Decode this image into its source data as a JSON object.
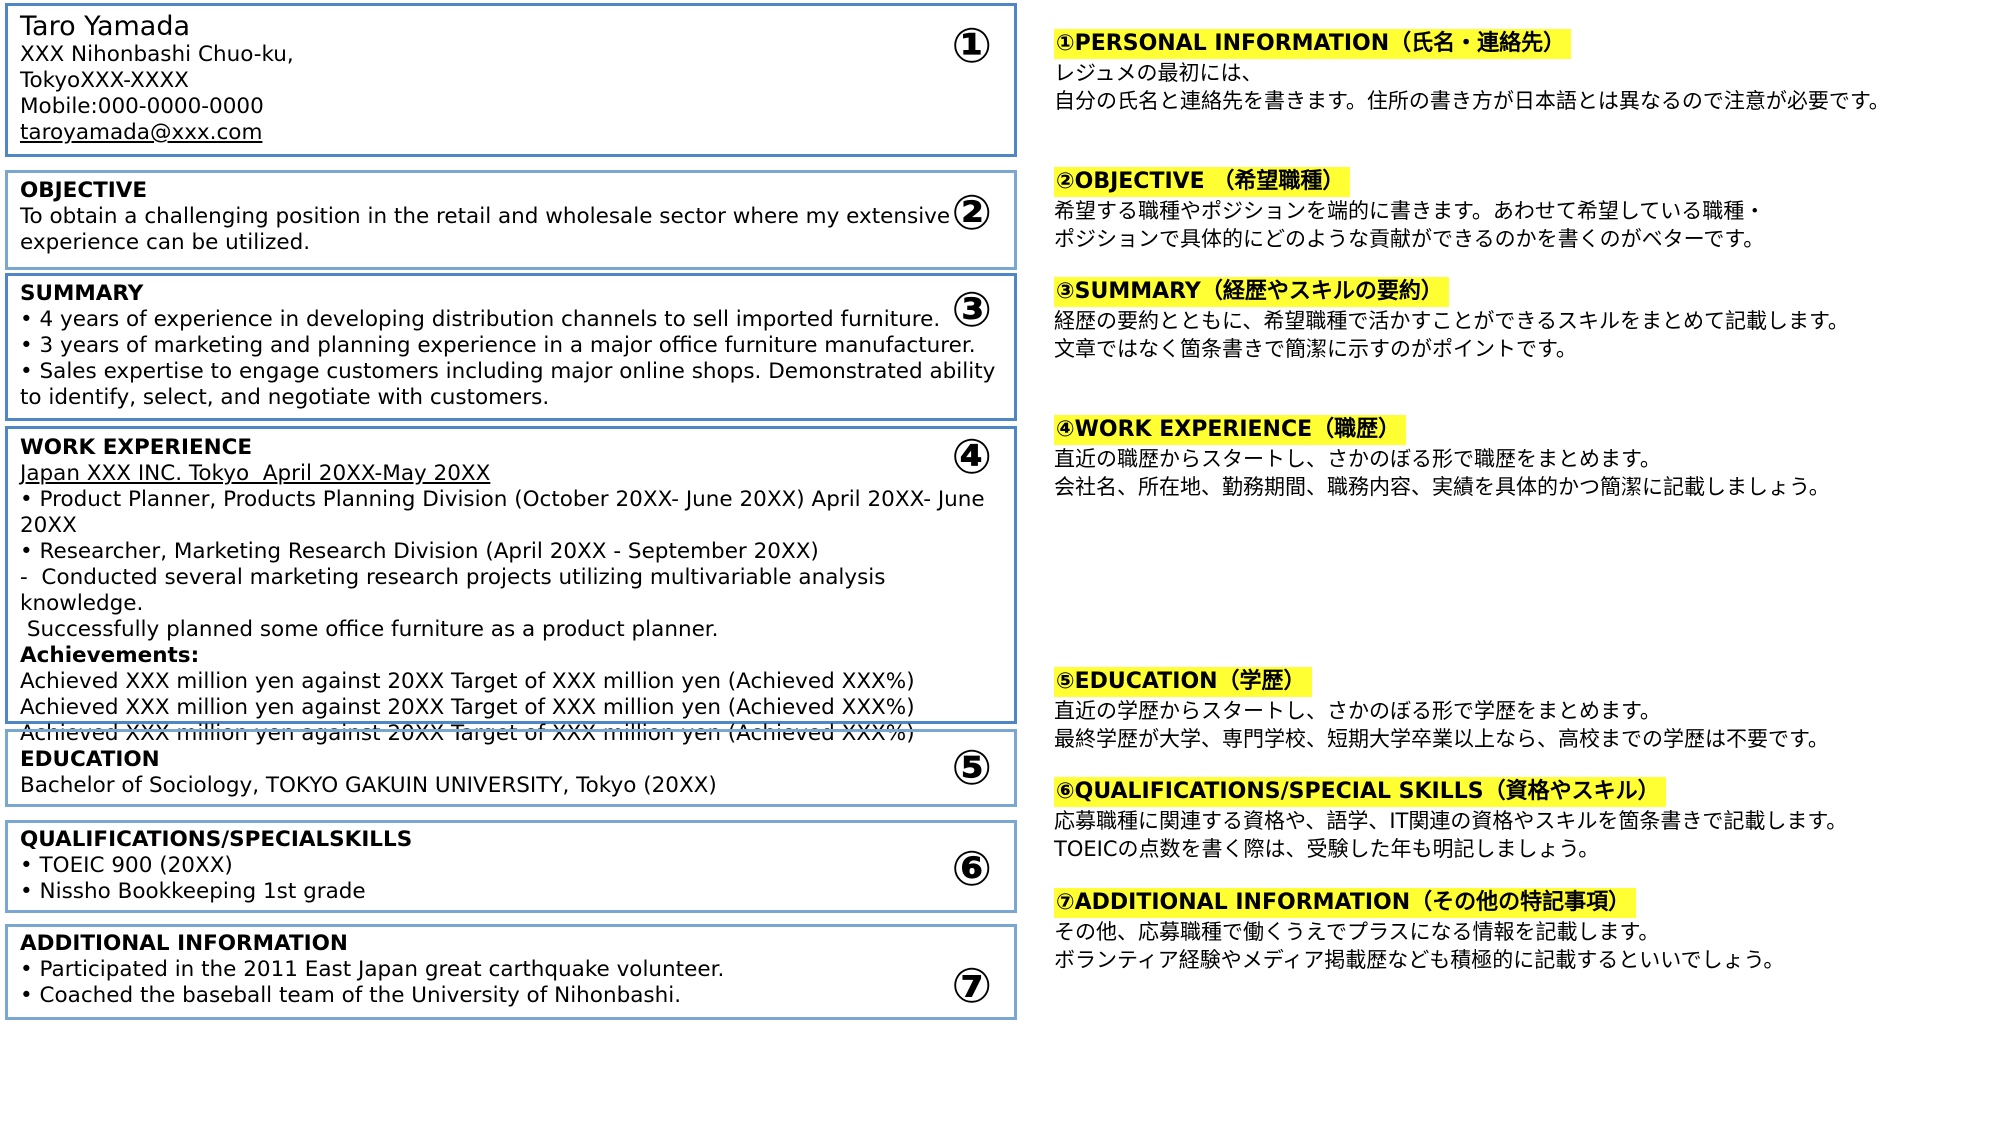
{
  "sections": {
    "personal": {
      "number": "①",
      "name": "Taro Yamada",
      "address1": "XXX Nihonbashi Chuo-ku,",
      "address2": "TokyoXXX-XXXX",
      "mobile": "Mobile:000-0000-0000",
      "email": "taroyamada@xxx.com"
    },
    "objective": {
      "number": "②",
      "title": "OBJECTIVE",
      "line1": "To obtain a challenging position in the retail and wholesale sector where my extensive",
      "line2": "experience can be utilized."
    },
    "summary": {
      "number": "③",
      "title": "SUMMARY",
      "lines": [
        "• 4 years of experience in developing distribution channels to sell imported furniture.",
        "• 3 years of marketing and planning experience in a major office furniture manufacturer.",
        "• Sales expertise to engage customers including major online shops. Demonstrated ability",
        "to identify, select, and negotiate with customers."
      ]
    },
    "work": {
      "number": "④",
      "title": "WORK EXPERIENCE",
      "company": "Japan XXX INC. Tokyo  April 20XX-May 20XX",
      "lines": [
        "• Product Planner, Products Planning Division (October 20XX- June 20XX) April 20XX- June",
        "20XX",
        "• Researcher, Marketing Research Division (April 20XX - September 20XX)",
        "-  Conducted several marketing research projects utilizing multivariable analysis knowledge.",
        " Successfully planned some office furniture as a product planner."
      ],
      "achievements_title": "Achievements:",
      "achievements": [
        "Achieved XXX million yen against 20XX Target of XXX million yen (Achieved XXX%)",
        "Achieved XXX million yen against 20XX Target of XXX million yen (Achieved XXX%)",
        "Achieved XXX million yen against 20XX Target of XXX million yen (Achieved XXX%)"
      ]
    },
    "education": {
      "number": "⑤",
      "title": "EDUCATION",
      "line1": "Bachelor of Sociology, TOKYO GAKUIN UNIVERSITY, Tokyo (20XX)"
    },
    "qualifications": {
      "number": "⑥",
      "title": "QUALIFICATIONS/SPECIALSKILLS",
      "lines": [
        "• TOEIC 900 (20XX)",
        "• Nissho Bookkeeping 1st grade"
      ]
    },
    "additional": {
      "number": "⑦",
      "title": "ADDITIONAL INFORMATION",
      "lines": [
        "• Participated in the 2011 East Japan great carthquake volunteer.",
        "• Coached the baseball team of the University of Nihonbashi."
      ]
    }
  },
  "notes": [
    {
      "heading": "①PERSONAL INFORMATION（氏名・連絡先）",
      "lines": [
        "レジュメの最初には、",
        "自分の氏名と連絡先を書きます。住所の書き方が日本語とは異なるので注意が必要です。"
      ]
    },
    {
      "heading": "②OBJECTIVE （希望職種）",
      "lines": [
        "希望する職種やポジションを端的に書きます。あわせて希望している職種・",
        "ポジションで具体的にどのような貢献ができるのかを書くのがベターです。"
      ]
    },
    {
      "heading": "③SUMMARY（経歴やスキルの要約）",
      "lines": [
        "経歴の要約とともに、希望職種で活かすことができるスキルをまとめて記載します。",
        "文章ではなく箇条書きで簡潔に示すのがポイントです。"
      ]
    },
    {
      "heading": "④WORK EXPERIENCE（職歴）",
      "lines": [
        "直近の職歴からスタートし、さかのぼる形で職歴をまとめます。",
        "会社名、所在地、勤務期間、職務内容、実績を具体的かつ簡潔に記載しましょう。"
      ]
    },
    {
      "heading": "⑤EDUCATION（学歴）",
      "lines": [
        "直近の学歴からスタートし、さかのぼる形で学歴をまとめます。",
        "最終学歴が大学、専門学校、短期大学卒業以上なら、高校までの学歴は不要です。"
      ]
    },
    {
      "heading": "⑥QUALIFICATIONS/SPECIAL SKILLS（資格やスキル）",
      "lines": [
        "応募職種に関連する資格や、語学、IT関連の資格やスキルを箇条書きで記載します。",
        "TOEICの点数を書く際は、受験した年も明記しましょう。"
      ]
    },
    {
      "heading": "⑦ADDITIONAL INFORMATION（その他の特記事項）",
      "lines": [
        "その他、応募職種で働くうえでプラスになる情報を記載します。",
        "ボランティア経験やメディア掲載歴なども積極的に記載するといいでしょう。"
      ]
    }
  ]
}
